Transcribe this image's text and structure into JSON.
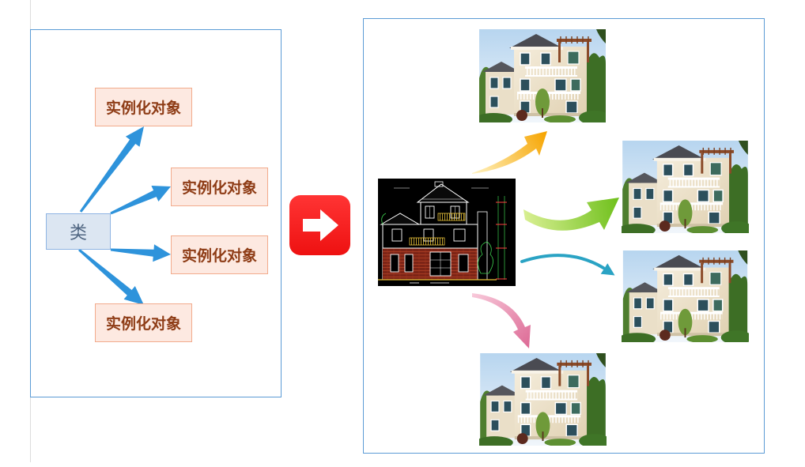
{
  "class_box": {
    "label": "类"
  },
  "objects": [
    {
      "label": "实例化对象"
    },
    {
      "label": "实例化对象"
    },
    {
      "label": "实例化对象"
    },
    {
      "label": "实例化对象"
    }
  ],
  "transition": {
    "icon": "right-arrow-icon"
  },
  "blueprint": {
    "icon": "house-blueprint-icon"
  },
  "instances": [
    {
      "icon": "house-photo-icon"
    },
    {
      "icon": "house-photo-icon"
    },
    {
      "icon": "house-photo-icon"
    },
    {
      "icon": "house-photo-icon"
    }
  ],
  "colors": {
    "panel_border": "#5b9bd5",
    "class_fill": "#dce6f2",
    "class_border": "#8eb4e3",
    "object_fill": "#fde9e1",
    "object_border": "#f2ab8c",
    "object_text": "#8e3c16",
    "blue_arrow": "#2e93db",
    "transition_red": "#ee1111",
    "orange_arrow": "#f6a400",
    "green_arrow": "#6fc01c",
    "teal_arrow": "#2aa3c4",
    "pink_arrow": "#dd6b96"
  }
}
